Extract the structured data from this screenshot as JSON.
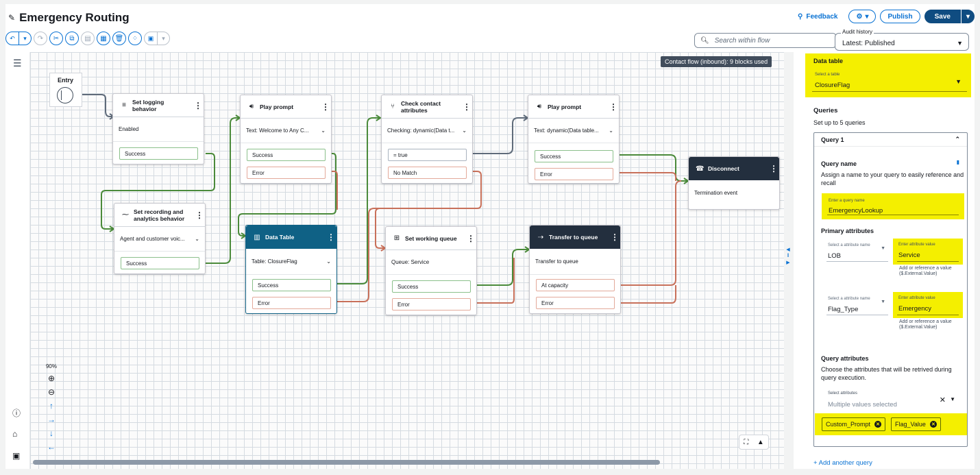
{
  "header": {
    "title": "Emergency Routing",
    "feedback": "Feedback",
    "publish": "Publish",
    "save": "Save",
    "search_placeholder": "Search within flow",
    "audit_label": "Audit history",
    "audit_value": "Latest: Published"
  },
  "canvas": {
    "banner": "Contact flow (inbound): 9 blocks used",
    "zoom": "90%",
    "entry": "Entry"
  },
  "blocks": {
    "logging": {
      "title": "Set logging behavior",
      "sub": "Enabled",
      "b1": "Success"
    },
    "recording": {
      "title": "Set recording and analytics behavior",
      "sub": "Agent and customer voic...",
      "b1": "Success"
    },
    "prompt1": {
      "title": "Play prompt",
      "sub": "Text: Welcome to Any C...",
      "b1": "Success",
      "b2": "Error"
    },
    "datatable": {
      "title": "Data Table",
      "sub": "Table: ClosureFlag",
      "b1": "Success",
      "b2": "Error"
    },
    "check": {
      "title": "Check contact attributes",
      "sub": "Checking: dynamic(Data t...",
      "b1": "= true",
      "b2": "No Match"
    },
    "queue": {
      "title": "Set working queue",
      "sub": "Queue: Service",
      "b1": "Success",
      "b2": "Error"
    },
    "prompt2": {
      "title": "Play prompt",
      "sub": "Text: dynamic(Data table...",
      "b1": "Success",
      "b2": "Error"
    },
    "transfer": {
      "title": "Transfer to queue",
      "sub": "Transfer to queue",
      "b1": "At capacity",
      "b2": "Error"
    },
    "disconnect": {
      "title": "Disconnect",
      "sub": "Termination event"
    }
  },
  "panel": {
    "data_table_heading": "Data table",
    "select_table_label": "Select a table",
    "select_table_value": "ClosureFlag",
    "queries_heading": "Queries",
    "queries_sub": "Set up to 5 queries",
    "query1_title": "Query 1",
    "query_name_heading": "Query name",
    "query_name_desc": "Assign a name to your query to easily reference and recall",
    "query_name_label": "Enter a query name",
    "query_name_value": "EmergencyLookup",
    "primary_heading": "Primary attributes",
    "attr_name_label": "Select a attribute name",
    "attr_value_label": "Enter attribute value",
    "attr_help": "Add or reference a value ($.External.Value)",
    "attr1_name": "LOB",
    "attr1_value": "Service",
    "attr2_name": "Flag_Type",
    "attr2_value": "Emergency",
    "query_attrs_heading": "Query attributes",
    "query_attrs_desc": "Choose the attributes that will be retrived during query execution.",
    "select_attrs_label": "Select attributes",
    "select_attrs_value": "Multiple values selected",
    "token1": "Custom_Prompt",
    "token2": "Flag_Value",
    "add_query": "+ Add another query"
  },
  "colors": {
    "highlight": "#f4ef00",
    "success_wire": "#4a8a3a",
    "error_wire": "#c8705a",
    "default_wire": "#5f6b7a",
    "accent": "#0972d3"
  }
}
